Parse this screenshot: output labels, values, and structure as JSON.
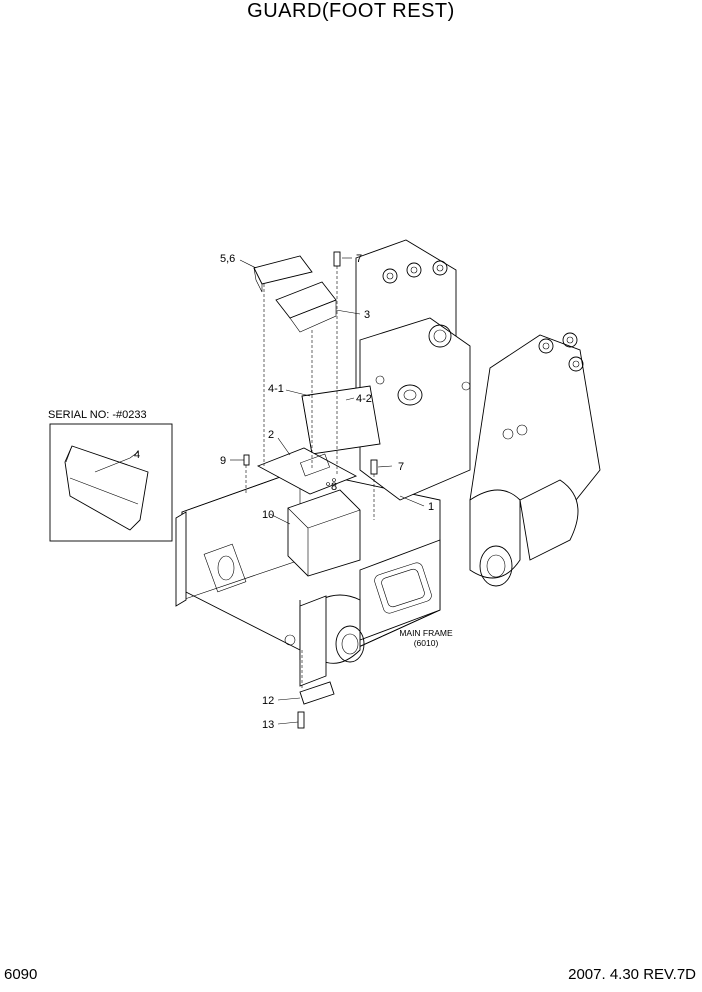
{
  "title": "GUARD(FOOT REST)",
  "page_number": "6090",
  "revision": "2007. 4.30  REV.7D",
  "serial_box": {
    "label": "SERIAL NO: -#0233",
    "part": "4"
  },
  "callouts": {
    "c56": "5,6",
    "c7a": "7",
    "c3": "3",
    "c41": "4-1",
    "c42": "4-2",
    "c2": "2",
    "c9": "9",
    "c7b": "7",
    "c8": "8",
    "c1": "1",
    "c10": "10",
    "c12": "12",
    "c13": "13"
  },
  "main_frame": {
    "name": "MAIN FRAME",
    "ref": "(6010)"
  }
}
